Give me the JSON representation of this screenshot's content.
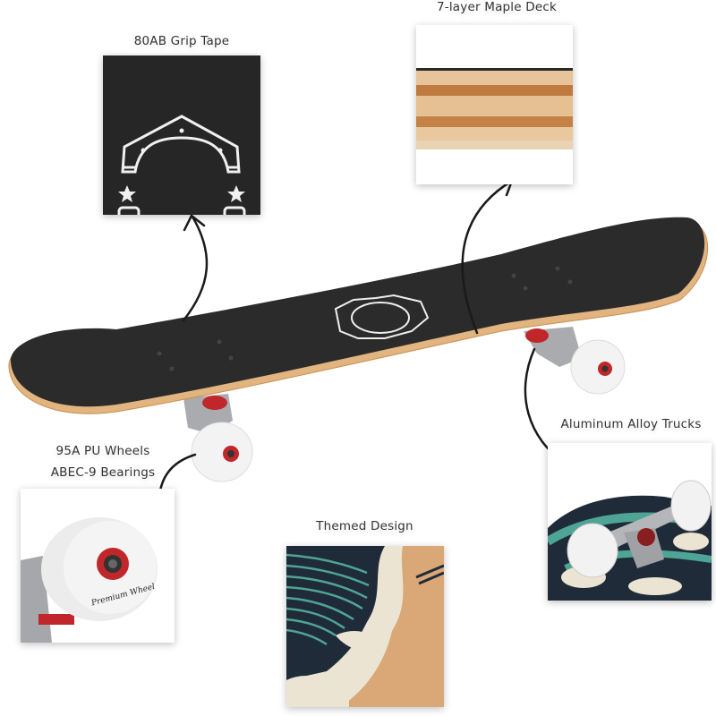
{
  "features": {
    "grip_tape": {
      "label": "80AB Grip Tape"
    },
    "maple_deck": {
      "label": "7-layer Maple Deck"
    },
    "trucks": {
      "label": "Aluminum Alloy Trucks"
    },
    "wheels": {
      "label_line1": "95A PU Wheels",
      "label_line2": "ABEC-9 Bearings",
      "wheel_text": "Premium Wheel"
    },
    "design": {
      "label": "Themed Design"
    }
  },
  "colors": {
    "grip": "#2a2a2a",
    "wood_light": "#e9c191",
    "wood_dark": "#b8773e",
    "teal": "#4fa595",
    "navy": "#1f2b38",
    "cream": "#ebe4d3",
    "bearing_red": "#c0262a",
    "metal": "#a9abae"
  }
}
